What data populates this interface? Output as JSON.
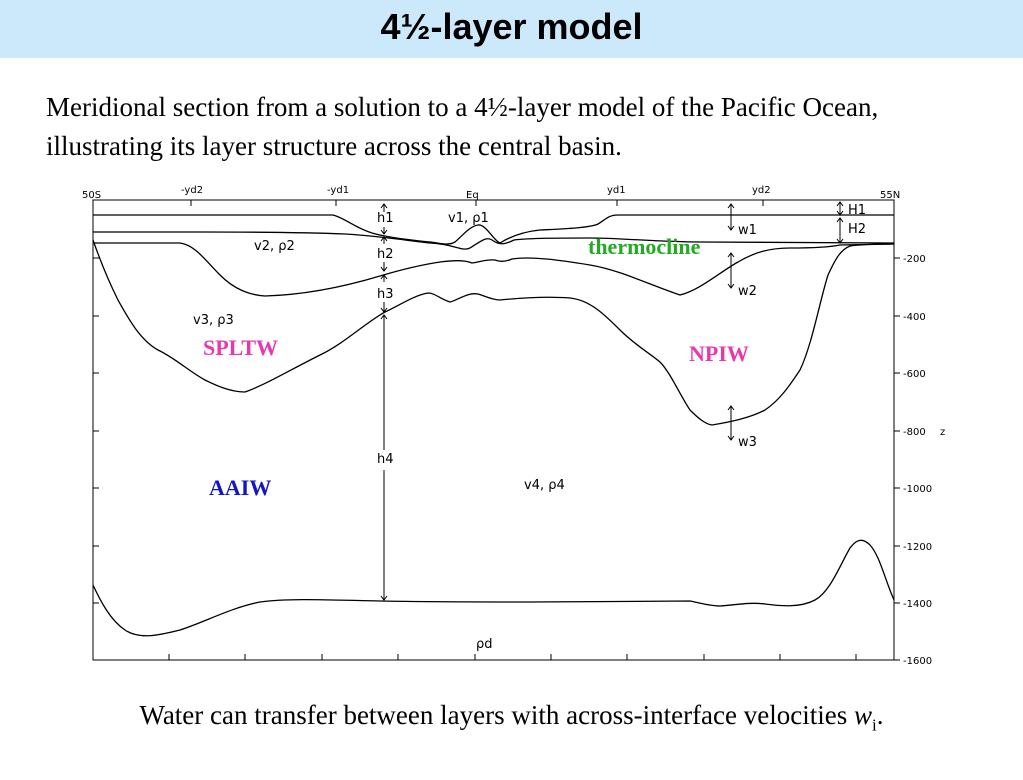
{
  "title": "4½-layer model",
  "description": "Meridional section from a solution to a 4½-layer model of the Pacific Ocean, illustrating its layer structure across the central basin.",
  "caption": {
    "text": "Water can transfer between layers with across-interface velocities ",
    "var": "w",
    "sub": "i",
    "end": "."
  },
  "diagram": {
    "top_labels": [
      "50S",
      "-yd2",
      "-yd1",
      "Eq",
      "yd1",
      "yd2",
      "55N"
    ],
    "z_labels": [
      "-200",
      "-400",
      "-600",
      "-800",
      "-1000",
      "-1200",
      "-1400",
      "-1600"
    ],
    "z_axis_label": "z",
    "thickness_labels": [
      "h1",
      "h2",
      "h3",
      "h4"
    ],
    "layer_labels": [
      "v1, ρ1",
      "v2, ρ2",
      "v3, ρ3",
      "v4, ρ4",
      "ρd"
    ],
    "velocity_labels": [
      "w1",
      "w2",
      "w3"
    ],
    "depth_labels": [
      "H1",
      "H2"
    ],
    "water_masses": [
      {
        "name": "thermocline",
        "color": "#22aa22"
      },
      {
        "name": "SPLTW",
        "color": "#e838b0"
      },
      {
        "name": "NPIW",
        "color": "#e838b0"
      },
      {
        "name": "AAIW",
        "color": "#1414c8"
      }
    ]
  }
}
